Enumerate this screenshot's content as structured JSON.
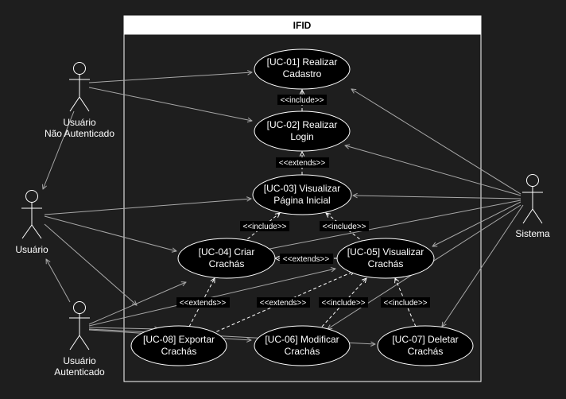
{
  "system": {
    "title": "IFID"
  },
  "actors": {
    "nao_autenticado": [
      "Usuário",
      "Não Autenticado"
    ],
    "usuario": [
      "Usuário"
    ],
    "autenticado": [
      "Usuário",
      "Autenticado"
    ],
    "sistema": [
      "Sistema"
    ]
  },
  "use_cases": {
    "uc01": [
      "[UC-01] Realizar",
      "Cadastro"
    ],
    "uc02": [
      "[UC-02] Realizar",
      "Login"
    ],
    "uc03": [
      "[UC-03] Visualizar",
      "Página Inicial"
    ],
    "uc04": [
      "[UC-04] Criar",
      "Crachás"
    ],
    "uc05": [
      "[UC-05] Visualizar",
      "Crachás"
    ],
    "uc06": [
      "[UC-06] Modificar",
      "Crachás"
    ],
    "uc07": [
      "[UC-07] Deletar",
      "Crachás"
    ],
    "uc08": [
      "[UC-08] Exportar",
      "Crachás"
    ]
  },
  "relations": {
    "include": "<<include>>",
    "extends": "<<extends>>"
  },
  "colors": {
    "background": "#1e1e1e",
    "boundary_stroke": "#ffffff",
    "title_bar": "#ffffff",
    "use_case_fill": "#000000",
    "line": "#a8a8a8"
  }
}
